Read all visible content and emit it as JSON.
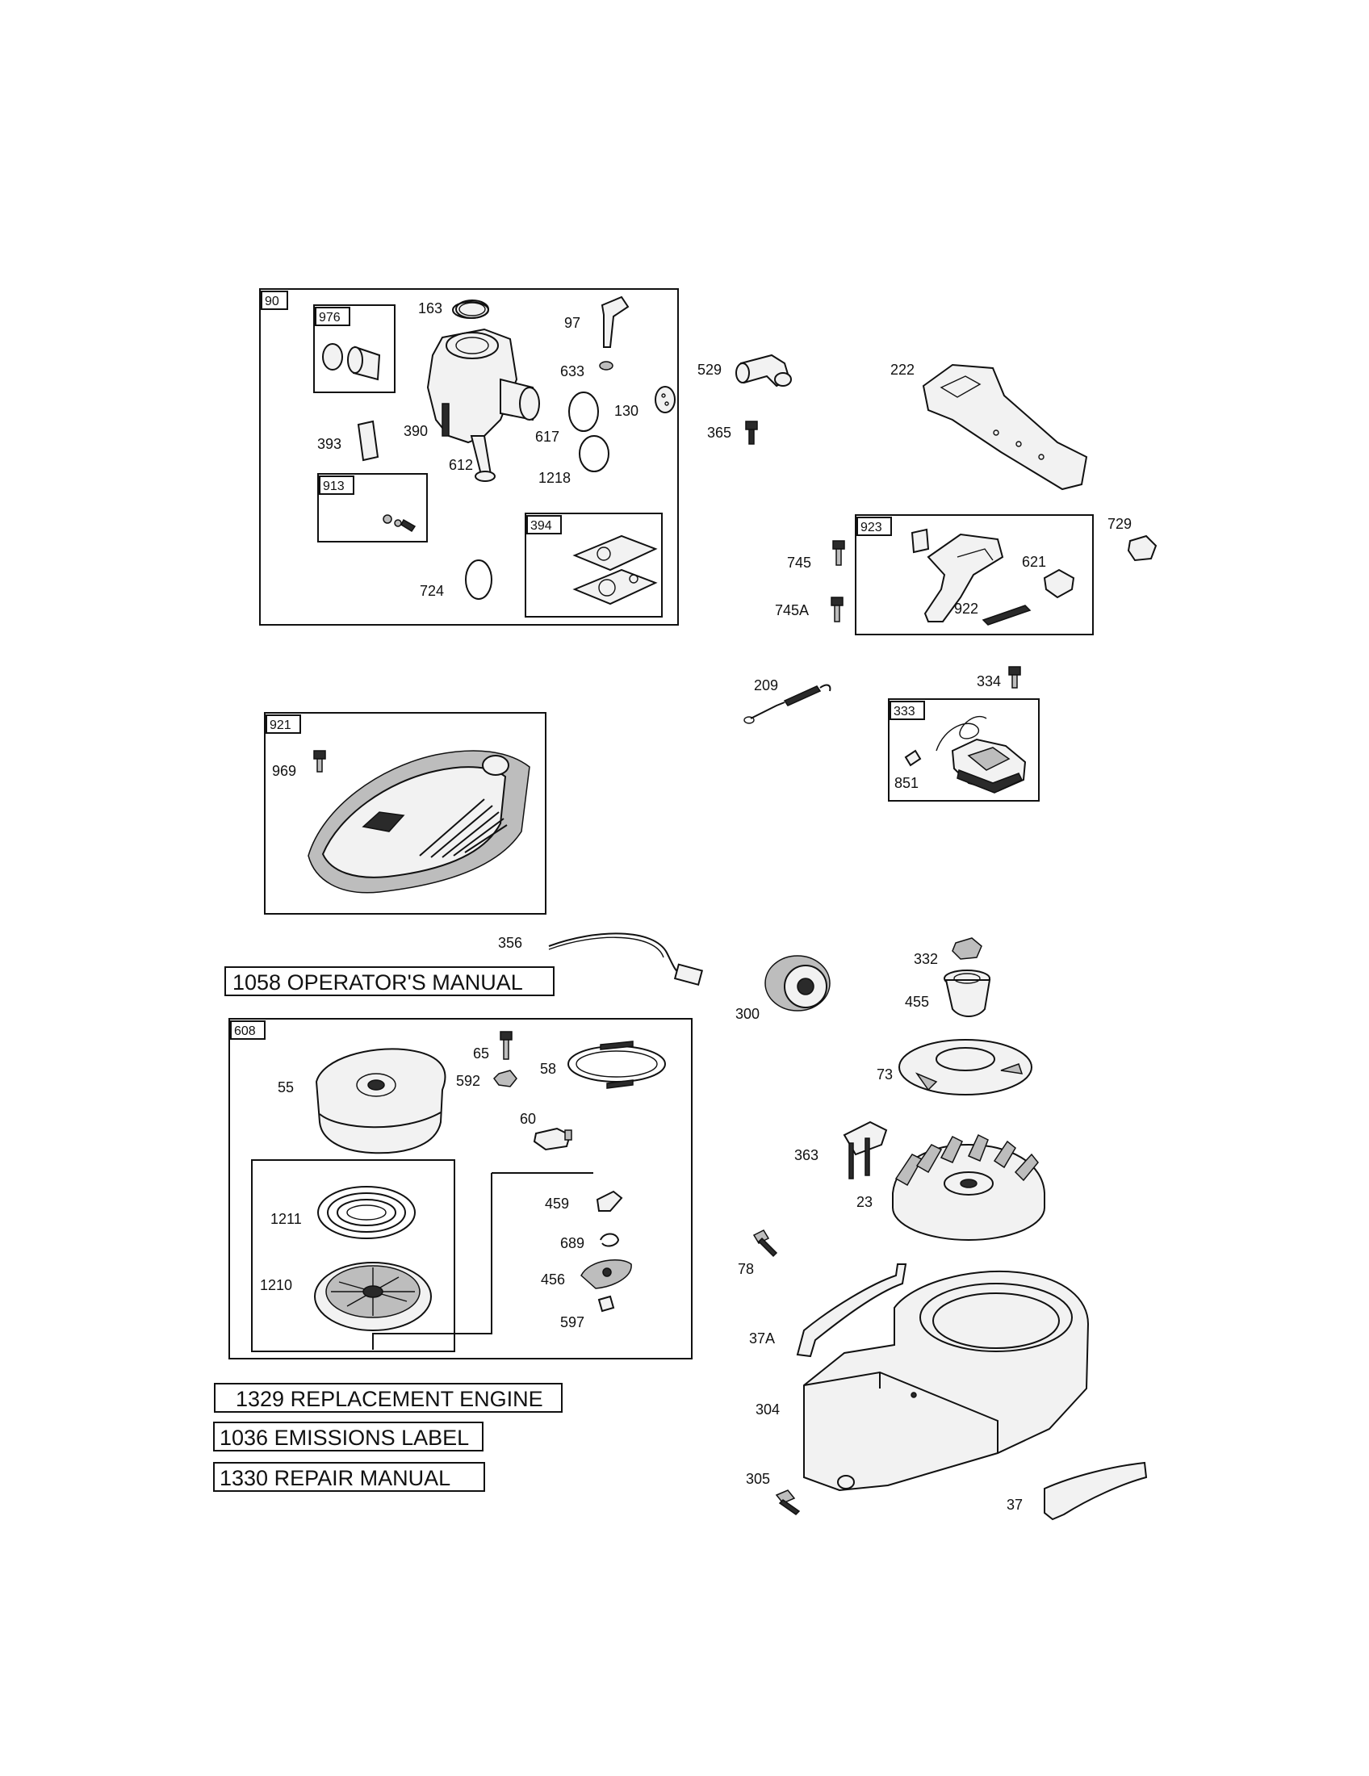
{
  "assemblies": {
    "b90": "90",
    "b976": "976",
    "b913": "913",
    "b394": "394",
    "b923": "923",
    "b333": "333",
    "b921": "921",
    "b608": "608"
  },
  "labels": {
    "l163": "163",
    "l97": "97",
    "l633": "633",
    "l130": "130",
    "l617": "617",
    "l390": "390",
    "l393": "393",
    "l612": "612",
    "l1218": "1218",
    "l724": "724",
    "l529": "529",
    "l365": "365",
    "l222": "222",
    "l729": "729",
    "l745": "745",
    "l745a": "745A",
    "l621": "621",
    "l922": "922",
    "l209": "209",
    "l334": "334",
    "l851": "851",
    "l969": "969",
    "l356": "356",
    "l300": "300",
    "l332": "332",
    "l455": "455",
    "l73": "73",
    "l363": "363",
    "l23": "23",
    "l78": "78",
    "l37a": "37A",
    "l304": "304",
    "l305": "305",
    "l37": "37",
    "l65": "65",
    "l592": "592",
    "l58": "58",
    "l55": "55",
    "l60": "60",
    "l459": "459",
    "l689": "689",
    "l456": "456",
    "l597": "597",
    "l1211": "1211",
    "l1210": "1210"
  },
  "notes": {
    "operators_manual": "1058 OPERATOR'S MANUAL",
    "replacement_engine": "1329 REPLACEMENT ENGINE",
    "emissions_label": "1036 EMISSIONS LABEL",
    "repair_manual": "1330 REPAIR MANUAL"
  }
}
